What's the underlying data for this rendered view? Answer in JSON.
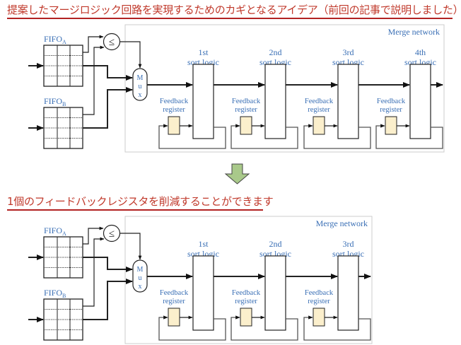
{
  "headings": {
    "top": "提案したマージロジック回路を実現するためのカギとなるアイデア（前回の記事で説明しました）",
    "bottom": "1個のフィードバックレジスタを削減することができます"
  },
  "colors": {
    "heading_text": "#c0392b",
    "label_text": "#3a6fb5",
    "register_fill": "#fbefcc",
    "arrow_fill": "#a9c98a"
  },
  "diagrams": {
    "top": {
      "merge_network_label": "Merge network",
      "fifo_a": {
        "main": "FIFO",
        "sub": "A"
      },
      "fifo_b": {
        "main": "FIFO",
        "sub": "B"
      },
      "comparator_symbol": "≤",
      "mux_letters": [
        "M",
        "u",
        "x"
      ],
      "stages": [
        {
          "line1": "1st",
          "line2": "sort logic",
          "feedback": [
            "Feedback",
            "register"
          ]
        },
        {
          "line1": "2nd",
          "line2": "sort logic",
          "feedback": [
            "Feedback",
            "register"
          ]
        },
        {
          "line1": "3rd",
          "line2": "sort logic",
          "feedback": [
            "Feedback",
            "register"
          ]
        },
        {
          "line1": "4th",
          "line2": "sort logic",
          "feedback": [
            "Feedback",
            "register"
          ]
        }
      ]
    },
    "bottom": {
      "merge_network_label": "Merge network",
      "fifo_a": {
        "main": "FIFO",
        "sub": "A"
      },
      "fifo_b": {
        "main": "FIFO",
        "sub": "B"
      },
      "comparator_symbol": "≤",
      "mux_letters": [
        "M",
        "u",
        "x"
      ],
      "stages": [
        {
          "line1": "1st",
          "line2": "sort logic",
          "feedback": [
            "Feedback",
            "register"
          ]
        },
        {
          "line1": "2nd",
          "line2": "sort logic",
          "feedback": [
            "Feedback",
            "register"
          ]
        },
        {
          "line1": "3rd",
          "line2": "sort logic",
          "feedback": [
            "Feedback",
            "register"
          ]
        }
      ]
    }
  },
  "transition_arrow": "down-arrow"
}
